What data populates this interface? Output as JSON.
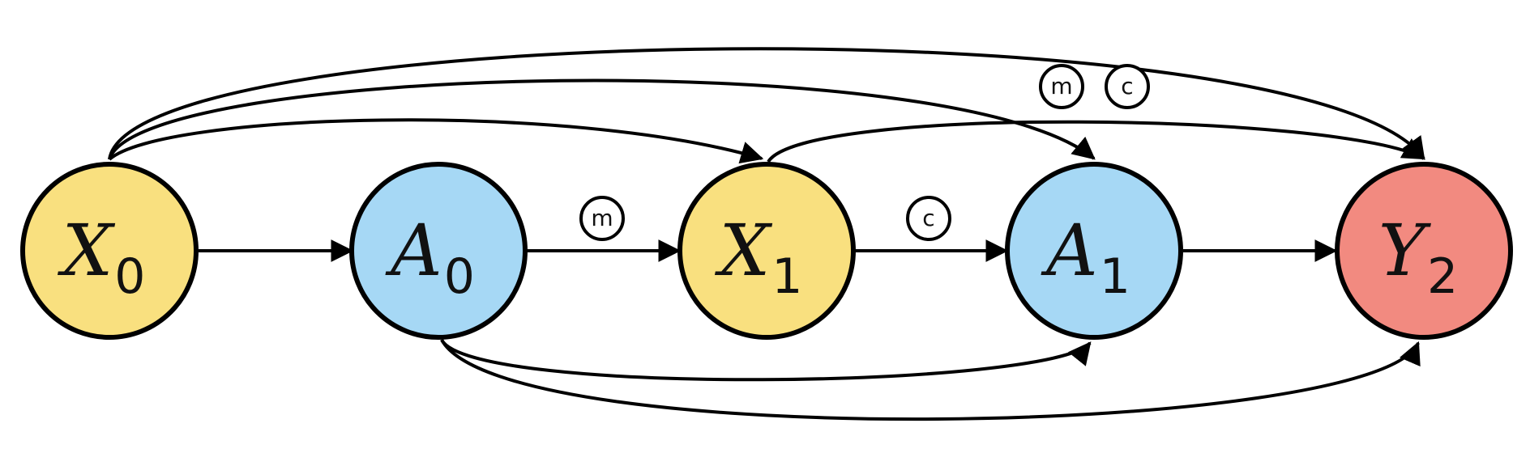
{
  "diagram": {
    "nodes": [
      {
        "id": "x0",
        "letter": "X",
        "sub": "0",
        "color": "#f9e07f"
      },
      {
        "id": "a0",
        "letter": "A",
        "sub": "0",
        "color": "#a6d8f5"
      },
      {
        "id": "x1",
        "letter": "X",
        "sub": "1",
        "color": "#f9e07f"
      },
      {
        "id": "a1",
        "letter": "A",
        "sub": "1",
        "color": "#a6d8f5"
      },
      {
        "id": "y2",
        "letter": "Y",
        "sub": "2",
        "color": "#f28a80"
      }
    ],
    "edges": [
      {
        "from": "x0",
        "to": "a0"
      },
      {
        "from": "a0",
        "to": "x1",
        "badges": [
          "m"
        ]
      },
      {
        "from": "x1",
        "to": "a1",
        "badges": [
          "c"
        ]
      },
      {
        "from": "a1",
        "to": "y2"
      },
      {
        "from": "x0",
        "to": "x1"
      },
      {
        "from": "x0",
        "to": "a1"
      },
      {
        "from": "x0",
        "to": "y2"
      },
      {
        "from": "x1",
        "to": "y2",
        "badges": [
          "m",
          "c"
        ]
      },
      {
        "from": "a0",
        "to": "a1"
      },
      {
        "from": "a0",
        "to": "y2"
      }
    ]
  }
}
